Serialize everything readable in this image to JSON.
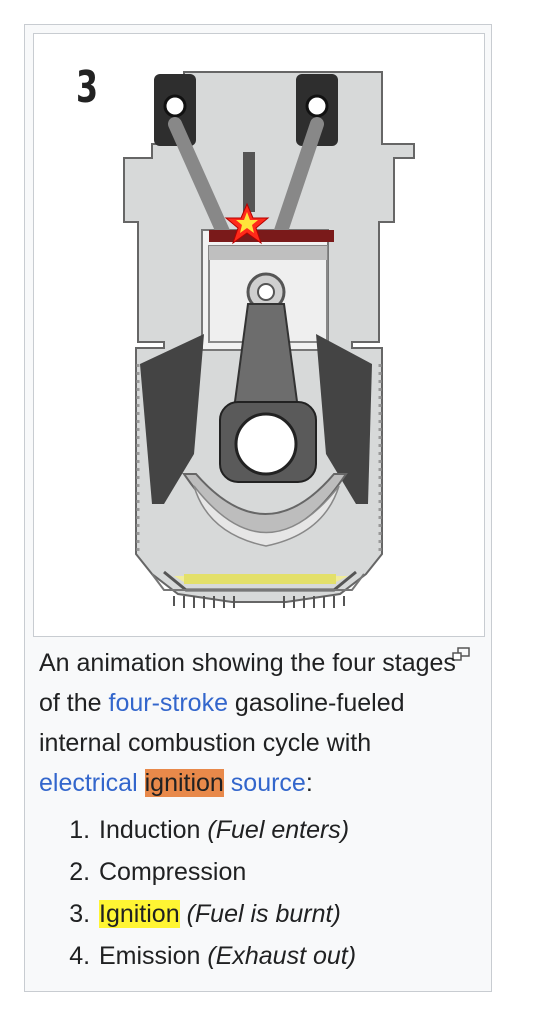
{
  "animation": {
    "frame_number": "3",
    "stage_icon": "spark-star-icon"
  },
  "caption": {
    "part1": "An animation showing the four stages of the ",
    "link_four_stroke": "four-stroke",
    "part2": " gasoline-fueled internal combustion cycle with ",
    "link_electrical": "electrical",
    "space1": " ",
    "highlighted_word": "ignition",
    "space2": " ",
    "link_source": "source",
    "part3": ":"
  },
  "stages": [
    {
      "name": "Induction",
      "note": "(Fuel enters)"
    },
    {
      "name": "Compression",
      "note": ""
    },
    {
      "name": "Ignition",
      "note": "(Fuel is burnt)"
    },
    {
      "name": "Emission",
      "note": "(Exhaust out)"
    }
  ],
  "colors": {
    "link": "#3366cc",
    "highlight_orange": "#e8894a",
    "highlight_yellow": "#fff533"
  }
}
